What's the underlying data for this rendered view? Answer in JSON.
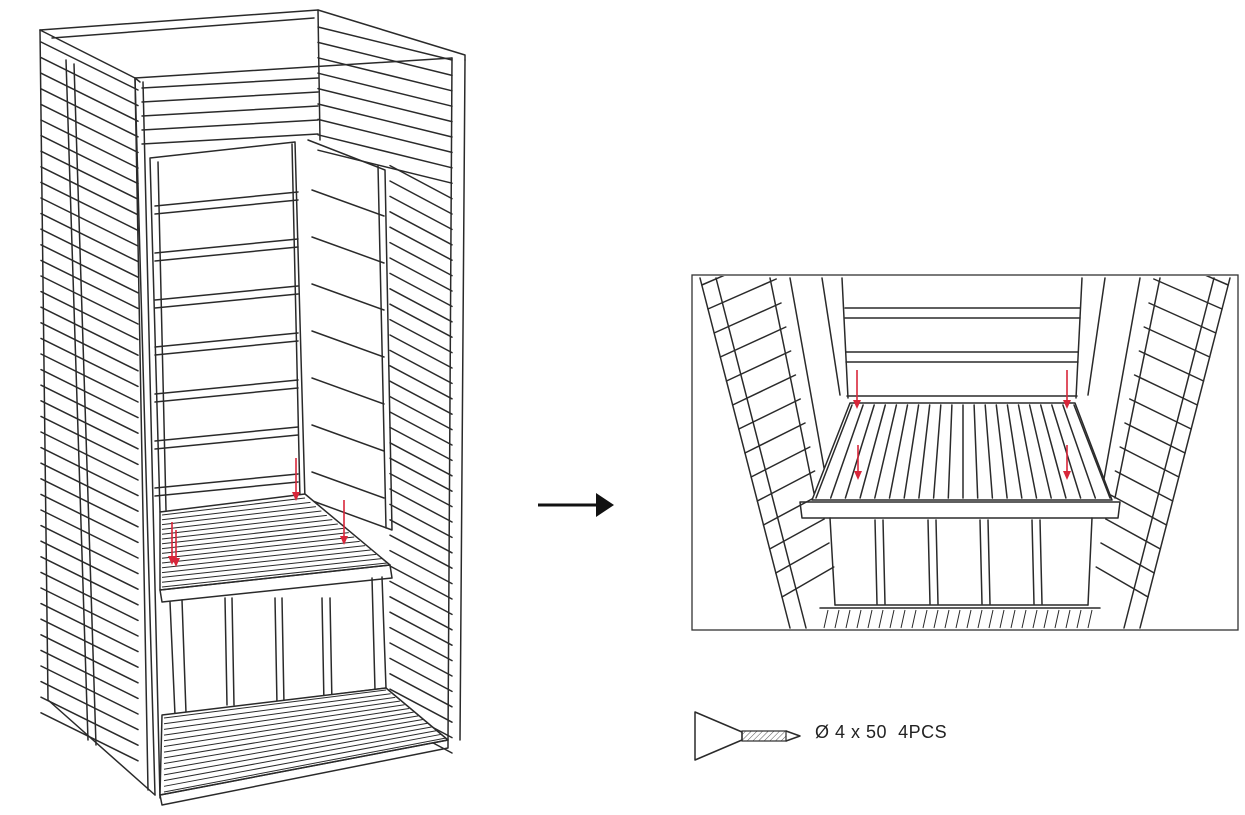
{
  "colors": {
    "line": "#2a2a2a",
    "arrow_marker": "#d8263a",
    "background": "#ffffff"
  },
  "icons": {
    "step_arrow": "right-arrow-icon",
    "fastener": "screw-icon",
    "placement_marker": "red-down-arrow-icon"
  },
  "parts": {
    "screw": {
      "spec": "Ø 4 x 50",
      "quantity": "4PCS"
    }
  },
  "marker_counts": {
    "overview": 4,
    "detail": 4
  }
}
